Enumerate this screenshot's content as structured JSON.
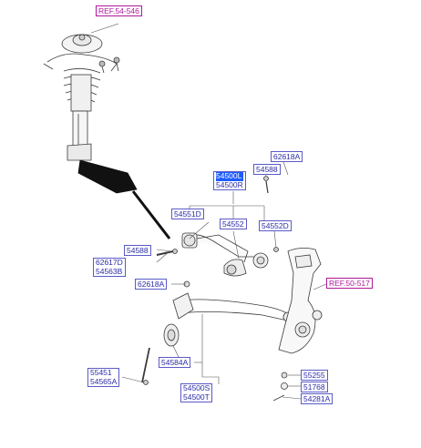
{
  "labels": {
    "ref_top": "REF.54-546",
    "ref_right": "REF.50-517",
    "p62618a_top": "62618A",
    "p54588_top": "54588",
    "p54500l": "54500L",
    "p54500r": "54500R",
    "p54551d": "54551D",
    "p54552": "54552",
    "p54552d": "54552D",
    "p54588_left": "54588",
    "p62617d": "62617D",
    "p54563b": "54563B",
    "p62618a_mid": "62618A",
    "p54584a": "54584A",
    "p55451": "55451",
    "p54565a": "54565A",
    "p54500s": "54500S",
    "p54500t": "54500T",
    "p55255": "55255",
    "p51768": "51768",
    "p54281a": "54281A"
  },
  "colors": {
    "label_text": "#2b2ba8",
    "ref_text": "#b0189a",
    "highlight": "#1e5cff",
    "line": "#333333"
  }
}
